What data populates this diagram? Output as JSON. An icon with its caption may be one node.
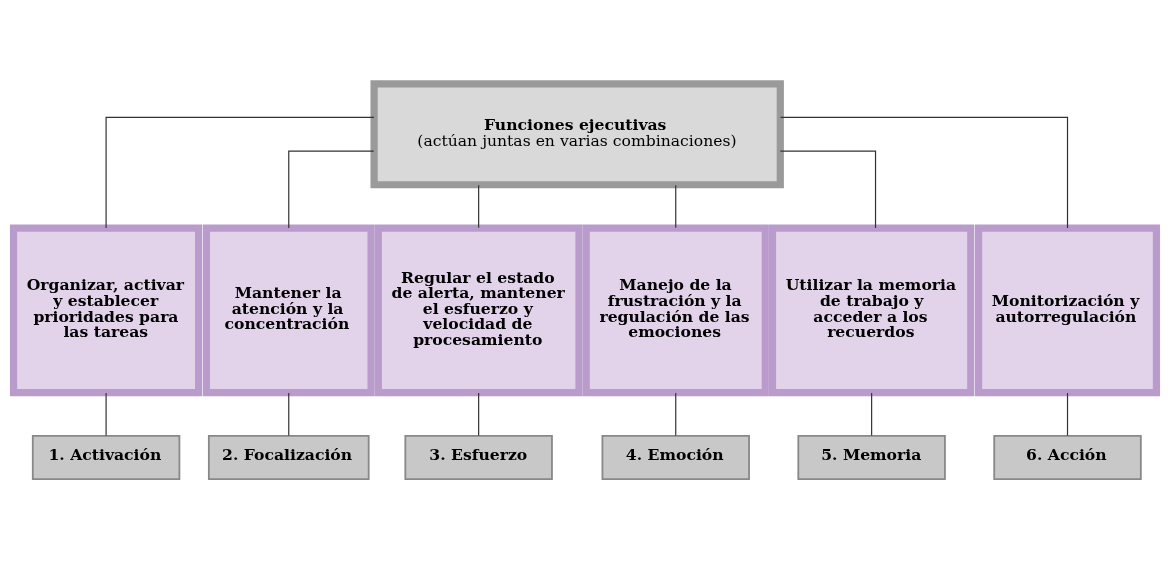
{
  "diagram": {
    "nodes": [
      {
        "text": [
          "Funciones ejecutivas",
          "(actúan juntas en varias combinaciones)"
        ]
      },
      {
        "text": [
          "Organizar, activar y establecer prioridades para las tareas"
        ]
      },
      {
        "text": [
          "Mantener la atención y la concentración"
        ]
      },
      {
        "text": [
          "Regular el estado de alerta, mantener el esfuerzo y velocidad de procesamiento"
        ]
      },
      {
        "text": [
          "Manejo de la frustración y la regulación de las emociones"
        ]
      },
      {
        "text": [
          "Utilizar la memoria de trabajo y acceder a los recuerdos"
        ]
      },
      {
        "text": [
          "Monitorización y autorregulación"
        ]
      },
      {
        "text": [
          "1. Activación"
        ]
      },
      {
        "text": [
          "2. Focalización"
        ]
      },
      {
        "text": [
          "3. Esfuerzo"
        ]
      },
      {
        "text": [
          "4. Emoción"
        ]
      },
      {
        "text": [
          "5. Memoria"
        ]
      },
      {
        "text": [
          "6. Acción"
        ]
      }
    ],
    "edges": [
      {
        "from": 0,
        "to": 1,
        "arrow": "none"
      },
      {
        "from": 0,
        "to": 2,
        "arrow": "none"
      },
      {
        "from": 0,
        "to": 3,
        "arrow": "none"
      },
      {
        "from": 0,
        "to": 4,
        "arrow": "none"
      },
      {
        "from": 0,
        "to": 5,
        "arrow": "none"
      },
      {
        "from": 0,
        "to": 6,
        "arrow": "none"
      },
      {
        "from": 1,
        "to": 7,
        "arrow": "none"
      },
      {
        "from": 2,
        "to": 8,
        "arrow": "none"
      },
      {
        "from": 3,
        "to": 9,
        "arrow": "none"
      },
      {
        "from": 4,
        "to": 10,
        "arrow": "none"
      },
      {
        "from": 5,
        "to": 11,
        "arrow": "none"
      },
      {
        "from": 6,
        "to": 12,
        "arrow": "none"
      }
    ]
  }
}
